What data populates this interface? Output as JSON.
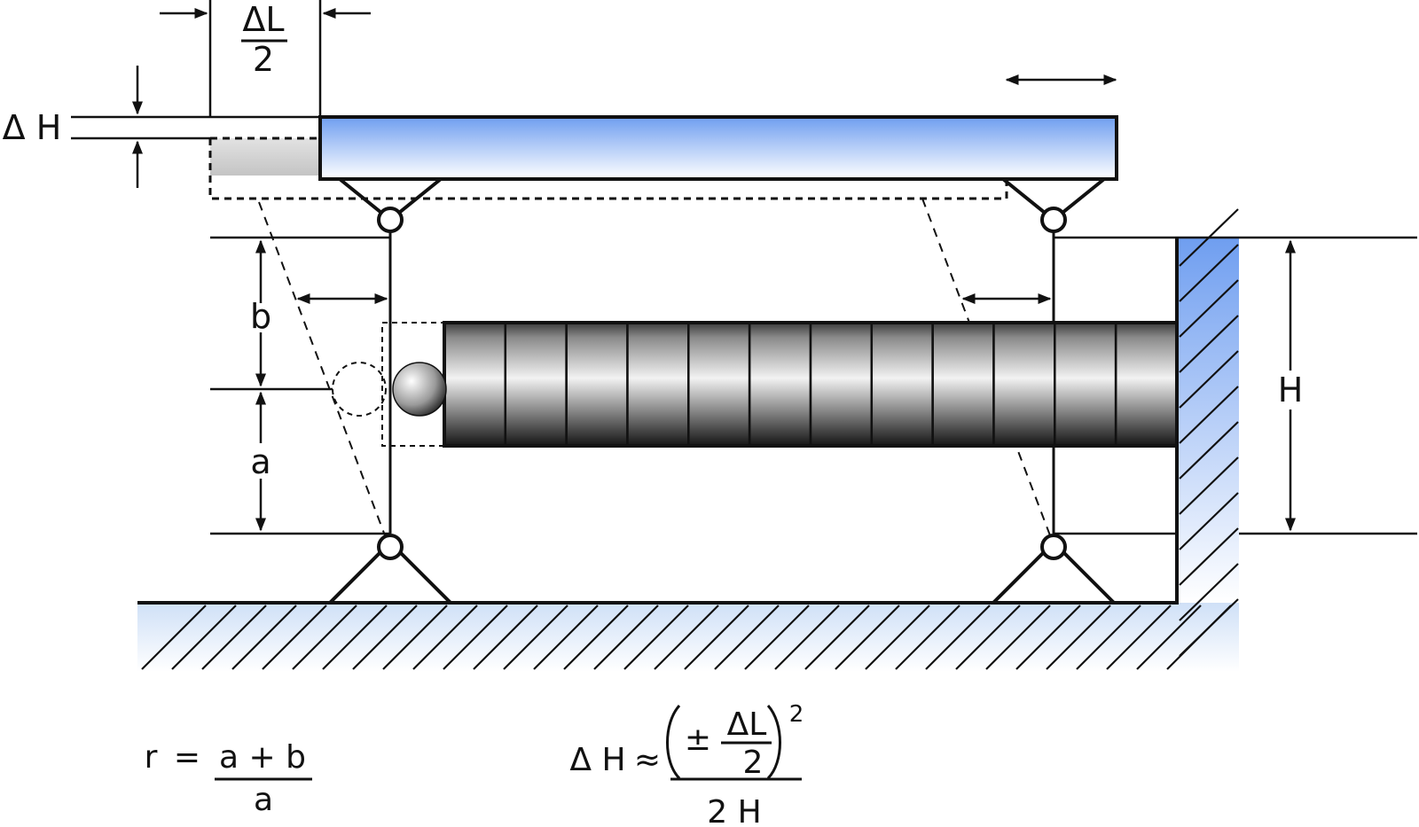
{
  "labels": {
    "delta_l_num": "ΔL",
    "delta_l_den": "2",
    "delta_h": "Δ H",
    "b": "b",
    "a": "a",
    "h": "H"
  },
  "formula_r": {
    "lhs": "r",
    "eq": "=",
    "num": "a + b",
    "den": "a"
  },
  "formula_dh": {
    "lhs": "Δ H",
    "approx": "≈",
    "pm": "±",
    "inner_num": "ΔL",
    "inner_den": "2",
    "exp": "2",
    "den": "2 H"
  },
  "colors": {
    "platform_top": "#6f9ef0",
    "platform_bottom": "#ffffff",
    "wall_top": "#6f9ef0",
    "ground_tint": "#cfe0f7",
    "ink": "#111111"
  }
}
